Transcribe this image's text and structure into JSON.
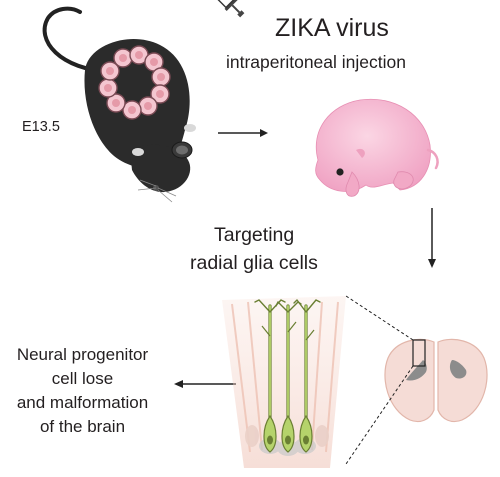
{
  "virus": {
    "title": "ZIKA virus",
    "route": "intraperitoneal injection"
  },
  "stage": "E13.5",
  "targeting": {
    "line1": "Targeting",
    "line2": "radial glia cells"
  },
  "outcome": {
    "lines": [
      "Neural progenitor",
      "cell lose",
      "and malformation",
      "of the brain"
    ]
  },
  "colors": {
    "mouse_body": "#2b2b2b",
    "embryo_pink": "#f4c6d0",
    "pup_pink": "#f6b6cf",
    "glia_green": "#b5d36b",
    "brain_section": "#f5dcd6",
    "ventricle": "#8c8c8c"
  }
}
